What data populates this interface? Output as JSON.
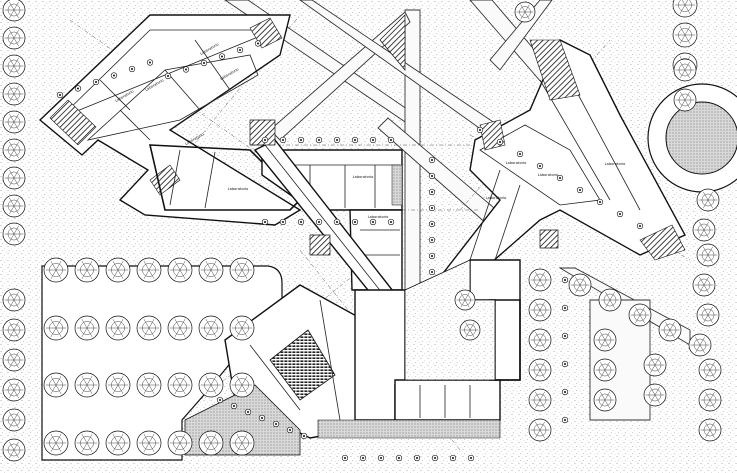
{
  "plan": {
    "room_labels": [
      "Laboratorio",
      "Laboratorio",
      "Laboratorio",
      "Laboratorio",
      "Laboratorio",
      "Laboratorio",
      "Laboratorio",
      "Laboratorio",
      "Laboratorio",
      "Laboratorio",
      "Laboratorio",
      "Laboratorio"
    ]
  }
}
